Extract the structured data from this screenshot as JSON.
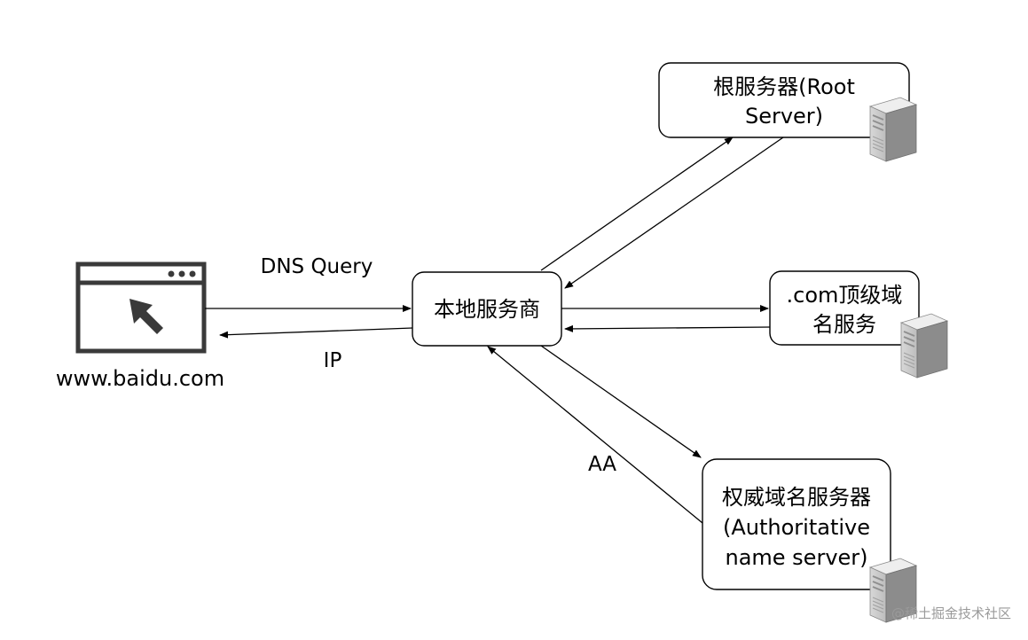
{
  "nodes": {
    "client": {
      "label": "www.baidu.com",
      "icon": "browser-window-icon"
    },
    "local": {
      "label": "本地服务商"
    },
    "root": {
      "line1": "根服务器(Root",
      "line2": "Server)",
      "icon": "server-icon"
    },
    "tld": {
      "line1": ".com顶级域",
      "line2": "名服务",
      "icon": "server-icon"
    },
    "auth": {
      "line1": "权威域名服务器",
      "line2": "(Authoritative",
      "line3": "name server)",
      "icon": "server-icon"
    }
  },
  "edges": {
    "dns_query": {
      "label": "DNS Query"
    },
    "ip": {
      "label": "IP"
    },
    "aa": {
      "label": "AA"
    }
  },
  "watermark": "@稀土掘金技术社区"
}
